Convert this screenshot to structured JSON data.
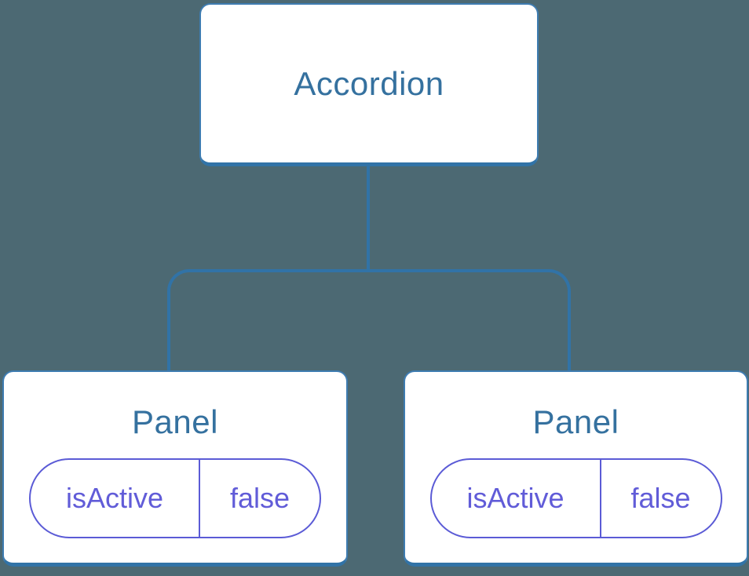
{
  "colors": {
    "background": "#4C6973",
    "node-bg": "#FFFFFF",
    "node-border": "#3E7CB1",
    "connector": "#3173A7",
    "node-text": "#35719F",
    "state-accent": "#5B5BD6",
    "state-text": "#615CD8"
  },
  "diagram": {
    "type": "component-tree",
    "root": {
      "label": "Accordion"
    },
    "children": [
      {
        "label": "Panel",
        "state": {
          "key": "isActive",
          "value": "false"
        }
      },
      {
        "label": "Panel",
        "state": {
          "key": "isActive",
          "value": "false"
        }
      }
    ]
  }
}
